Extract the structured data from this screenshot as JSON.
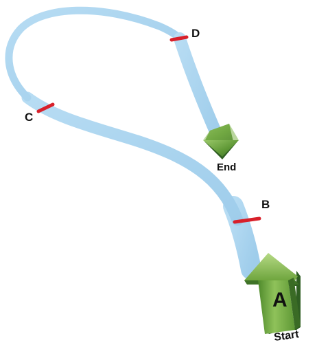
{
  "diagram": {
    "labels": {
      "a": "A",
      "b": "B",
      "c": "C",
      "d": "D",
      "start": "Start",
      "end": "End"
    },
    "colors": {
      "path": "#a8d3ef",
      "path_edge": "#7fb8e0",
      "marker": "#d8202a",
      "arrow_light": "#8fbf4d",
      "arrow_mid": "#5f9636",
      "arrow_dark": "#2f5e22",
      "text": "#111111"
    },
    "icons": {
      "start_arrow": "up-arrow-icon",
      "end_arrow": "down-arrow-icon"
    }
  }
}
